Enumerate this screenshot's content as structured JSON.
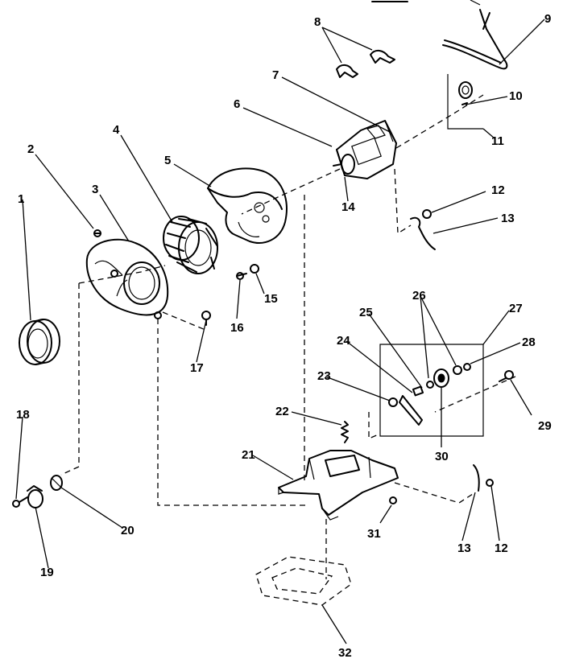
{
  "callouts": [
    {
      "id": "1",
      "text": "1"
    },
    {
      "id": "2",
      "text": "2"
    },
    {
      "id": "3",
      "text": "3"
    },
    {
      "id": "4",
      "text": "4"
    },
    {
      "id": "5",
      "text": "5"
    },
    {
      "id": "6",
      "text": "6"
    },
    {
      "id": "7",
      "text": "7"
    },
    {
      "id": "8",
      "text": "8"
    },
    {
      "id": "9",
      "text": "9"
    },
    {
      "id": "10",
      "text": "10"
    },
    {
      "id": "11",
      "text": "11"
    },
    {
      "id": "12a",
      "text": "12"
    },
    {
      "id": "13a",
      "text": "13"
    },
    {
      "id": "14",
      "text": "14"
    },
    {
      "id": "15",
      "text": "15"
    },
    {
      "id": "16",
      "text": "16"
    },
    {
      "id": "17",
      "text": "17"
    },
    {
      "id": "18",
      "text": "18"
    },
    {
      "id": "19",
      "text": "19"
    },
    {
      "id": "20",
      "text": "20"
    },
    {
      "id": "21",
      "text": "21"
    },
    {
      "id": "22",
      "text": "22"
    },
    {
      "id": "23",
      "text": "23"
    },
    {
      "id": "24",
      "text": "24"
    },
    {
      "id": "25",
      "text": "25"
    },
    {
      "id": "26",
      "text": "26"
    },
    {
      "id": "27",
      "text": "27"
    },
    {
      "id": "28",
      "text": "28"
    },
    {
      "id": "29",
      "text": "29"
    },
    {
      "id": "30",
      "text": "30"
    },
    {
      "id": "31",
      "text": "31"
    },
    {
      "id": "32",
      "text": "32"
    },
    {
      "id": "13b",
      "text": "13"
    },
    {
      "id": "12b",
      "text": "12"
    }
  ]
}
